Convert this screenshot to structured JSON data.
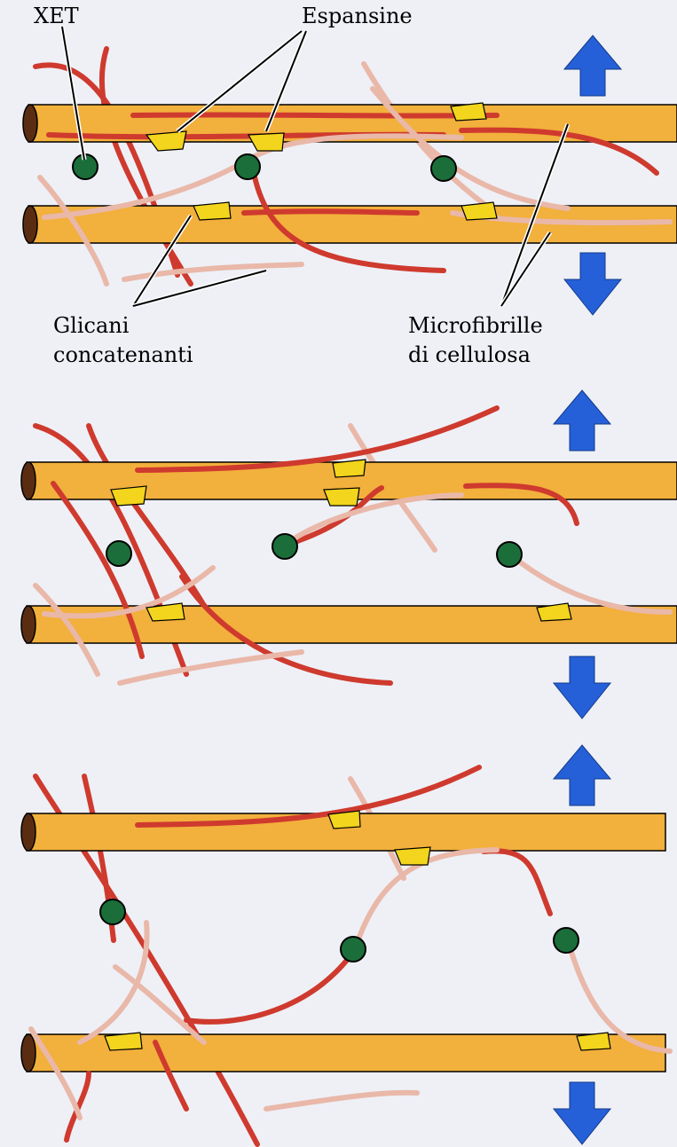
{
  "labels": {
    "xet": "XET",
    "expansins": "Espansine",
    "glycans_line1": "Glicani",
    "glycans_line2": "concatenanti",
    "microfibrils_line1": "Microfibrille",
    "microfibrils_line2": "di cellulosa"
  },
  "colors": {
    "background": "#eef0f6",
    "microfibril_fill": "#f2b03c",
    "microfibril_edge": "#000000",
    "microfibril_end": "#5a2d12",
    "glycan_red": "#cf3a2e",
    "glycan_pink": "#e9b8a9",
    "xet": "#1b6e3a",
    "expansin": "#f2d51c",
    "arrow": "#2660d8"
  },
  "icons": {
    "up_arrow": "blue-up-arrow-icon",
    "down_arrow": "blue-down-arrow-icon"
  },
  "panels": [
    {
      "state": "initial"
    },
    {
      "state": "expansins-loosen"
    },
    {
      "state": "xet-cuts-and-rejoins"
    }
  ]
}
